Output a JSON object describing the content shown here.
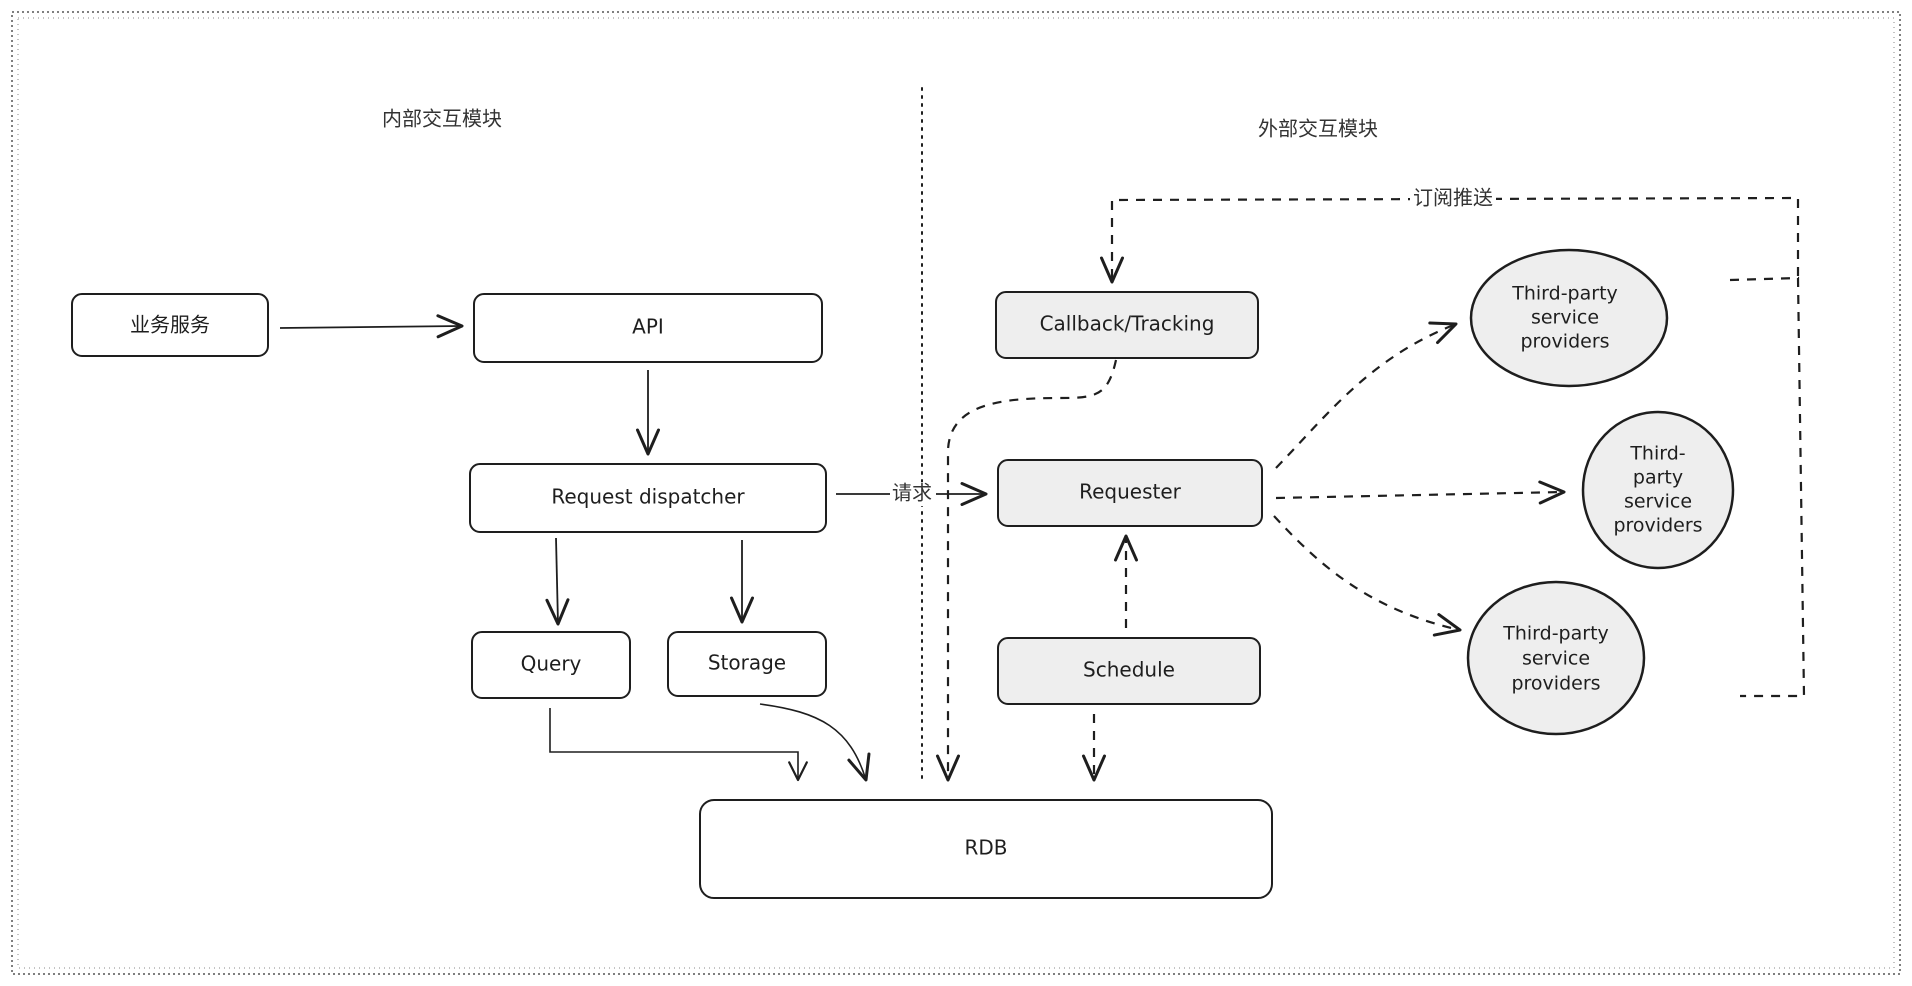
{
  "sections": {
    "internal": "内部交互模块",
    "external": "外部交互模块"
  },
  "nodes": {
    "business_service": "业务服务",
    "api": "API",
    "request_dispatcher": "Request dispatcher",
    "query": "Query",
    "storage": "Storage",
    "rdb": "RDB",
    "callback_tracking": "Callback/Tracking",
    "requester": "Requester",
    "schedule": "Schedule",
    "provider_top": [
      "Third-party",
      "service",
      "providers"
    ],
    "provider_middle": [
      "Third-",
      "party",
      "service",
      "providers"
    ],
    "provider_bottom": [
      "Third-party",
      "service",
      "providers"
    ]
  },
  "edges": {
    "request": "请求",
    "subscribe_push": "订阅推送"
  },
  "colors": {
    "stroke": "#1e1e1e",
    "external_fill": "#eeeeee",
    "internal_fill": "#ffffff",
    "canvas": "#ffffff"
  }
}
